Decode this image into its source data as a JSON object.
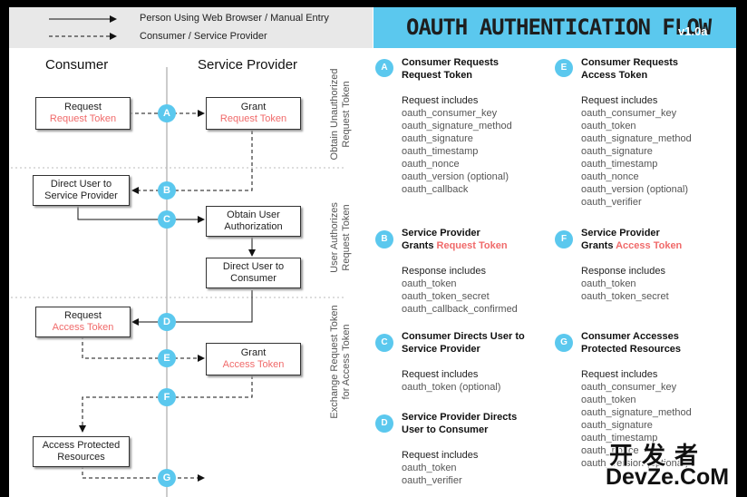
{
  "title": "OAUTH AUTHENTICATION FLOW",
  "version": "v1.0a",
  "legend": {
    "solid": "Person Using Web Browser / Manual Entry",
    "dashed": "Consumer / Service Provider"
  },
  "columns": {
    "consumer": "Consumer",
    "provider": "Service Provider"
  },
  "phases": {
    "p1": [
      "Obtain Unauthorized",
      "Request Token"
    ],
    "p2": [
      "User Authorizes",
      "Request Token"
    ],
    "p3": [
      "Exchange Request Token",
      "for Access Token"
    ]
  },
  "boxes": {
    "req_rt": {
      "l1": "Request",
      "l2": "Request Token"
    },
    "grant_rt": {
      "l1": "Grant",
      "l2": "Request Token"
    },
    "direct_sp": {
      "l1": "Direct User to",
      "l2": "Service Provider"
    },
    "obtain_auth": {
      "l1": "Obtain User",
      "l2": "Authorization"
    },
    "direct_cons": {
      "l1": "Direct User to",
      "l2": "Consumer"
    },
    "req_at": {
      "l1": "Request",
      "l2": "Access Token"
    },
    "grant_at": {
      "l1": "Grant",
      "l2": "Access Token"
    },
    "access_res": {
      "l1": "Access Protected",
      "l2": "Resources"
    }
  },
  "steps": [
    "A",
    "B",
    "C",
    "D",
    "E",
    "F",
    "G"
  ],
  "panels": {
    "A": {
      "h1": "Consumer Requests",
      "h2": "Request Token",
      "sub": "Request includes",
      "items": [
        "oauth_consumer_key",
        "oauth_signature_method",
        "oauth_signature",
        "oauth_timestamp",
        "oauth_nonce",
        "oauth_version (optional)",
        "oauth_callback"
      ]
    },
    "B": {
      "h1": "Service Provider",
      "h2a": "Grants ",
      "h2b": "Request Token",
      "sub": "Response includes",
      "items": [
        "oauth_token",
        "oauth_token_secret",
        "oauth_callback_confirmed"
      ]
    },
    "C": {
      "h1": "Consumer Directs User to",
      "h2": "Service Provider",
      "sub": "Request includes",
      "items": [
        "oauth_token (optional)"
      ]
    },
    "D": {
      "h1": "Service Provider Directs",
      "h2": "User to Consumer",
      "sub": "Request includes",
      "items": [
        "oauth_token",
        "oauth_verifier"
      ]
    },
    "E": {
      "h1": "Consumer Requests",
      "h2": "Access Token",
      "sub": "Request includes",
      "items": [
        "oauth_consumer_key",
        "oauth_token",
        "oauth_signature_method",
        "oauth_signature",
        "oauth_timestamp",
        "oauth_nonce",
        "oauth_version (optional)",
        "oauth_verifier"
      ]
    },
    "F": {
      "h1": "Service Provider",
      "h2a": "Grants ",
      "h2b": "Access Token",
      "sub": "Response includes",
      "items": [
        "oauth_token",
        "oauth_token_secret"
      ]
    },
    "G": {
      "h1": "Consumer Accesses",
      "h2": "Protected Resources",
      "sub": "Request includes",
      "items": [
        "oauth_consumer_key",
        "oauth_token",
        "oauth_signature_method",
        "oauth_signature",
        "oauth_timestamp",
        "oauth_nonce",
        "oauth_version (optional)"
      ]
    }
  },
  "watermark": {
    "line1": "开发者",
    "line2": "DevZe.CoM"
  },
  "colors": {
    "accent": "#5bc8ee",
    "highlight": "#f06a6a"
  }
}
